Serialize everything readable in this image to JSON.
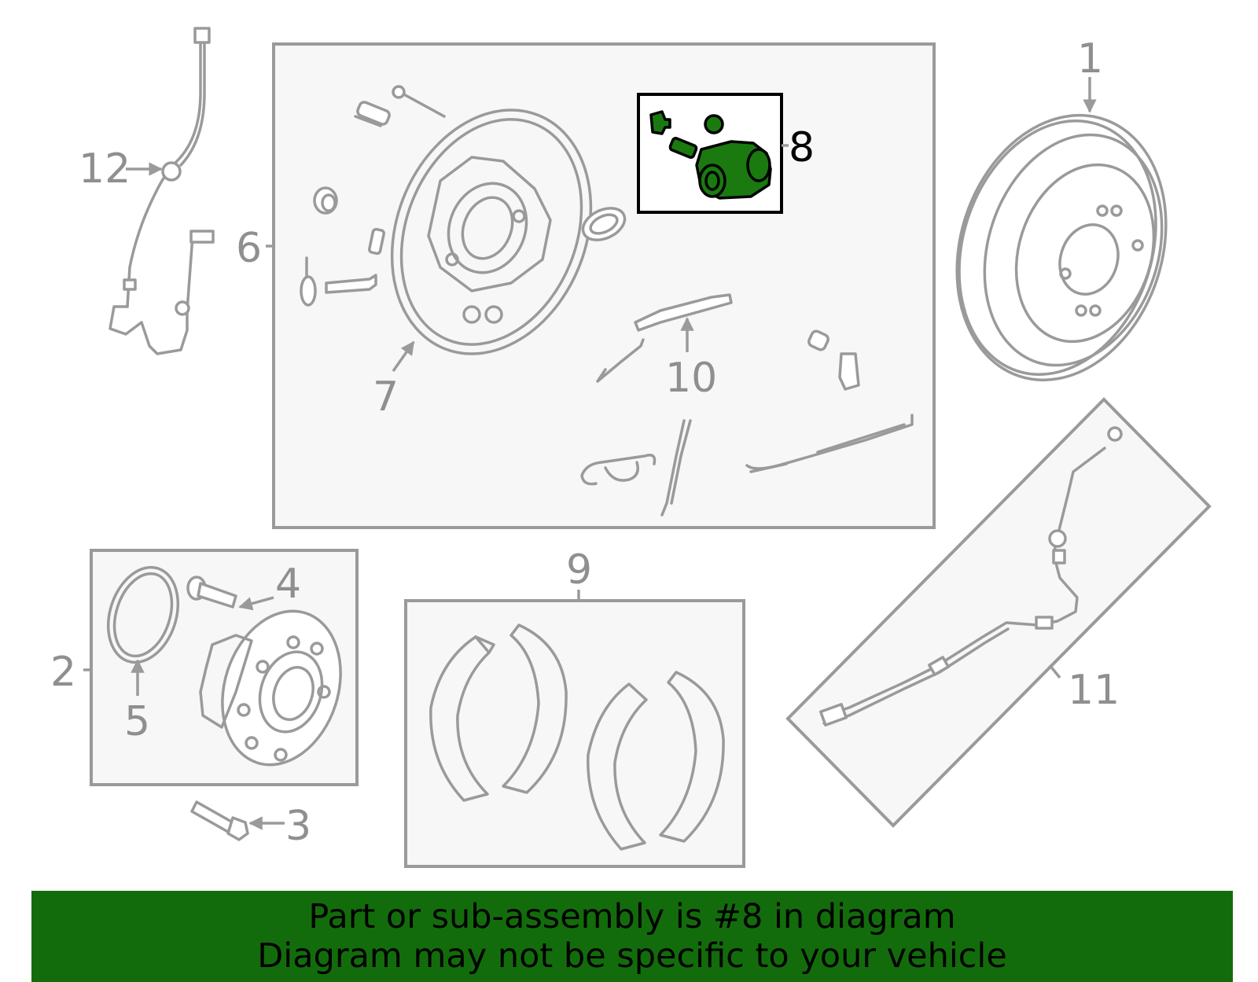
{
  "highlight_color": "#1a7a10",
  "banner_color": "#136c0b",
  "callouts": {
    "c1": "1",
    "c2": "2",
    "c3": "3",
    "c4": "4",
    "c5": "5",
    "c6": "6",
    "c7": "7",
    "c8": "8",
    "c9": "9",
    "c10": "10",
    "c11": "11",
    "c12": "12"
  },
  "footer": {
    "line1": "Part or sub-assembly is #8 in diagram",
    "line2": "Diagram may not be specific to your vehicle"
  }
}
